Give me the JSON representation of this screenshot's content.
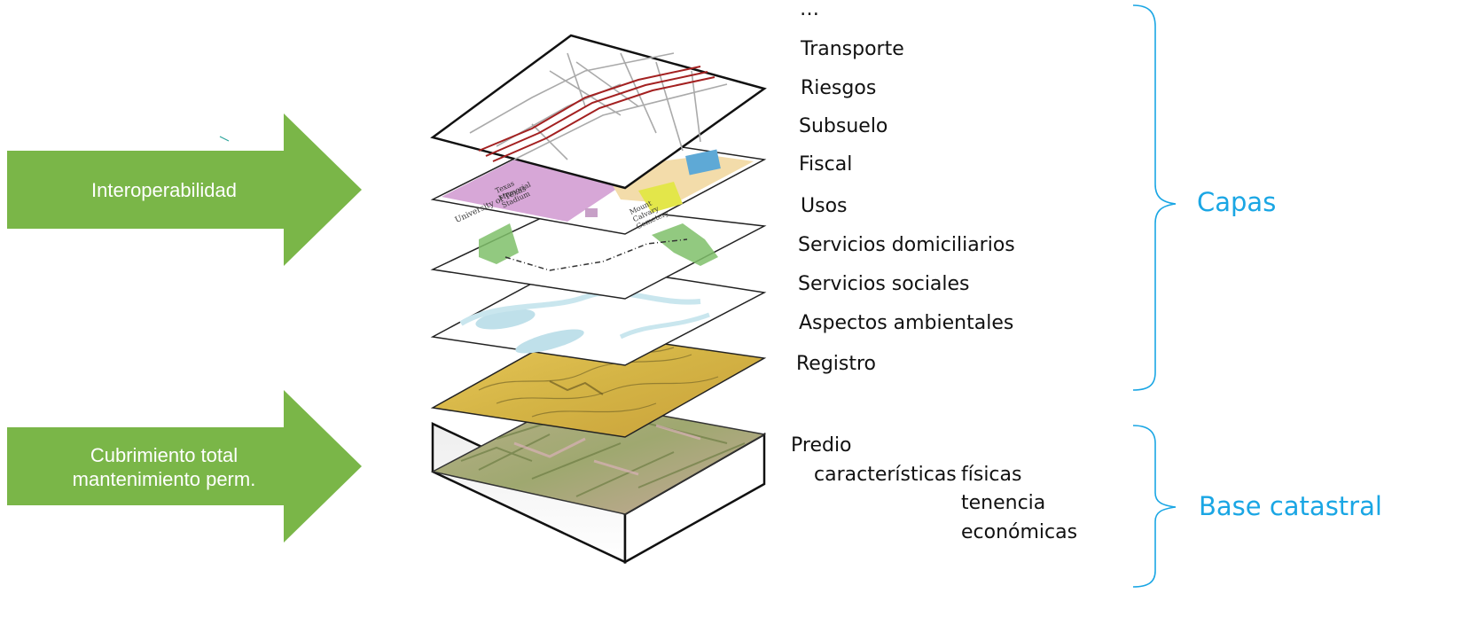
{
  "arrows": {
    "top_label": "Interoperabilidad",
    "bottom_line1": "Cubrimiento total",
    "bottom_line2": "mantenimiento perm."
  },
  "layers": {
    "ellipsis": "…",
    "items": [
      "Transporte",
      "Riesgos",
      "Subsuelo",
      "Fiscal",
      "Usos",
      "Servicios domiciliarios",
      "Servicios sociales",
      "Aspectos ambientales",
      "Registro"
    ]
  },
  "base": {
    "predio": "Predio",
    "caracteristicas": "características",
    "fisicas": "físicas",
    "tenencia": "tenencia",
    "economicas": "económicas"
  },
  "braces": {
    "capas": "Capas",
    "base_catastral": "Base catastral"
  },
  "map_texts": {
    "stadium": "Texas Memorial Stadium",
    "university": "University of Texas",
    "cemetery": "Mount Calvary Cemetery"
  },
  "colors": {
    "arrow_green": "#7ab648",
    "brace_blue": "#1aa6e4"
  }
}
